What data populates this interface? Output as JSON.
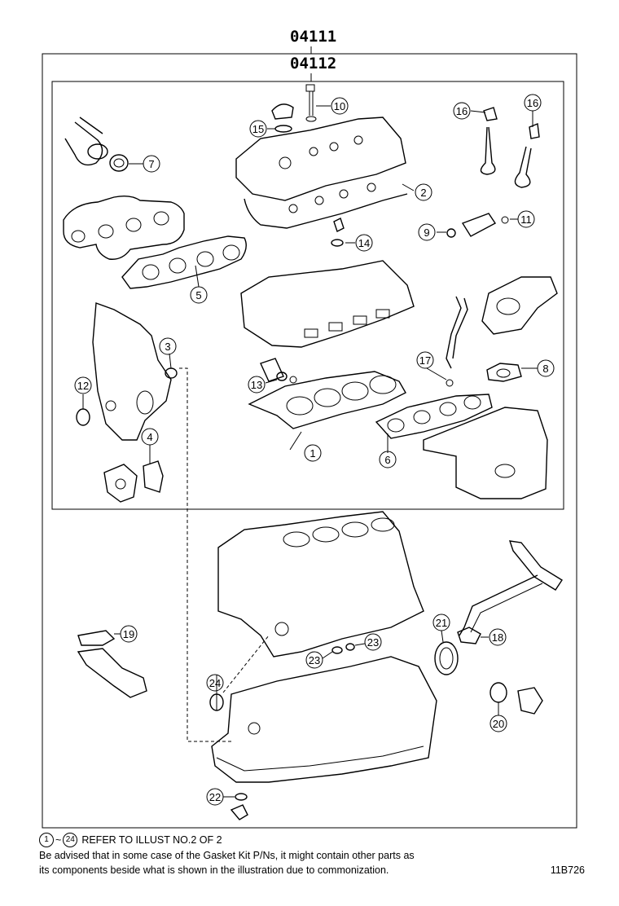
{
  "codes": {
    "outer": "04111",
    "inner": "04112"
  },
  "callouts": [
    "1",
    "2",
    "3",
    "4",
    "5",
    "6",
    "7",
    "8",
    "9",
    "10",
    "11",
    "12",
    "13",
    "14",
    "15",
    "16",
    "17",
    "18",
    "19",
    "20",
    "21",
    "22",
    "23",
    "24"
  ],
  "footer": {
    "ref_start": "1",
    "tilde": "~",
    "ref_end": "24",
    "ref_text": "REFER TO ILLUST NO.2 OF 2",
    "line1": "Be advised that in some case of the Gasket Kit P/Ns,  it might contain other parts as",
    "line2": "its components beside what is shown in the illustration due to commonization.",
    "figure_id": "11B726"
  }
}
